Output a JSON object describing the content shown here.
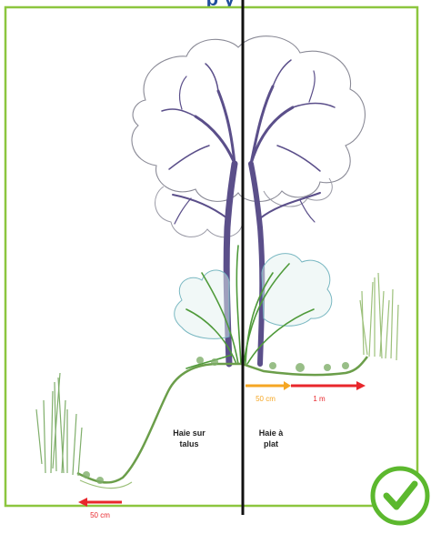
{
  "title": "p     y",
  "labels": {
    "left_hedge": "Haie sur talus",
    "right_hedge": "Haie à plat"
  },
  "measurements": {
    "orange": "50 cm",
    "red_right": "1 m",
    "red_left": "50 cm"
  },
  "colors": {
    "frame": "#8cc63f",
    "check": "#5cb82e",
    "arrow_red": "#e8262b",
    "arrow_orange": "#f5a623",
    "divider": "#111111",
    "trunk": "#5b4f8a",
    "foliage_outline": "#7a7a8a",
    "shrub_outline": "#7ab8c2",
    "grass": "#4f9a3a",
    "ground": "#6b9e4a"
  },
  "icons": {
    "check": "check-circle-icon"
  }
}
